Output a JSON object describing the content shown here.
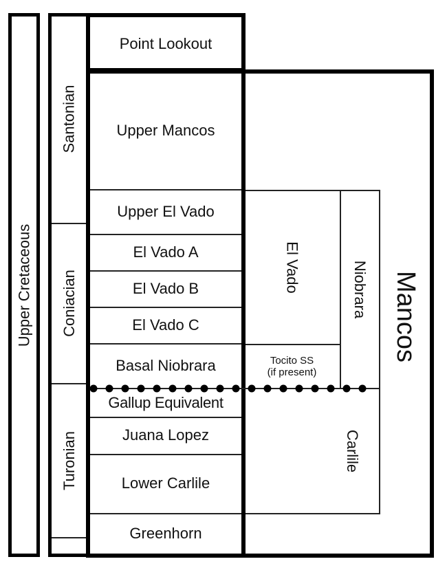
{
  "era": "Upper Cretaceous",
  "stages": [
    "Santonian",
    "Coniacian",
    "Turonian"
  ],
  "units": [
    "Point Lookout",
    "Upper Mancos",
    "Upper El Vado",
    "El Vado A",
    "El Vado B",
    "El Vado C",
    "Basal Niobrara",
    "Gallup Equivalent",
    "Juana Lopez",
    "Lower Carlile",
    "Greenhorn"
  ],
  "members": {
    "el_vado": "El Vado",
    "tocito_line1": "Tocito SS",
    "tocito_line2": "(if present)",
    "niobrara": "Niobrara",
    "carlile": "Carlile"
  },
  "formation": "Mancos"
}
